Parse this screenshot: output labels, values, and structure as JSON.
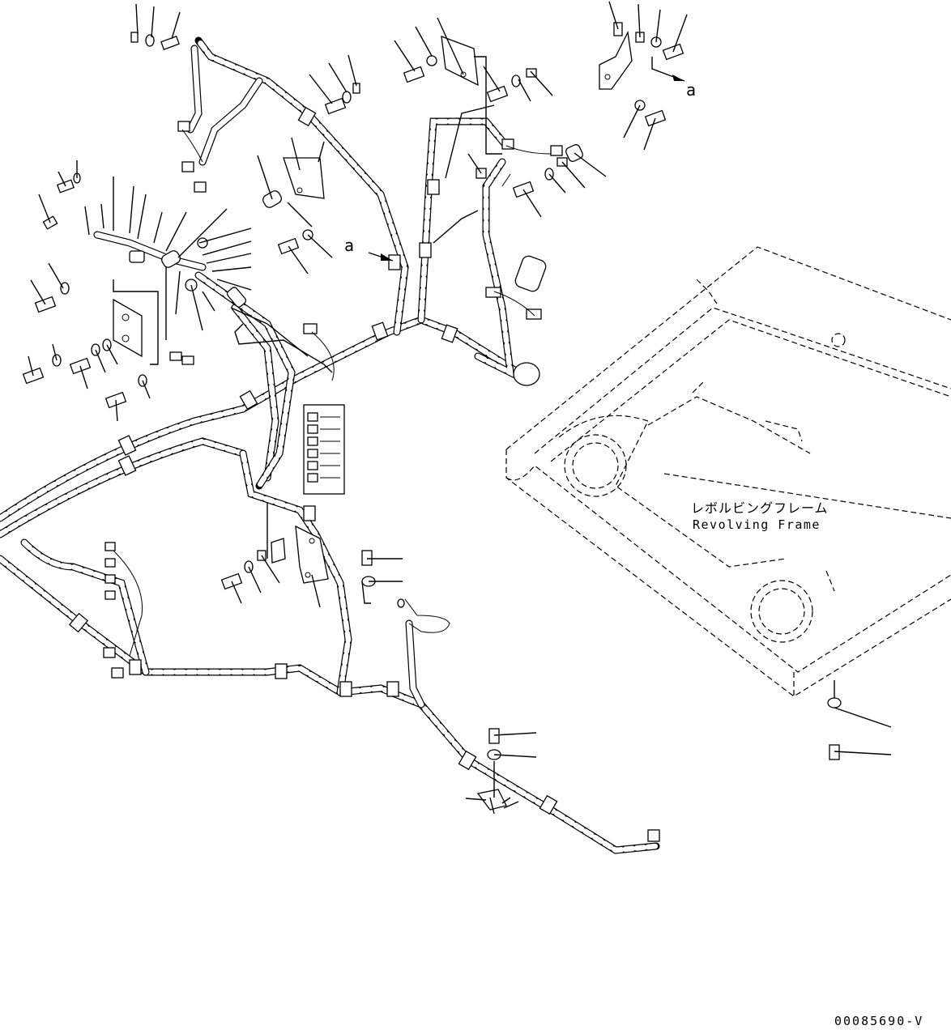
{
  "diagram": {
    "frame_label_jp": "レボルビングフレーム",
    "frame_label_en": "Revolving Frame",
    "reference_label": "a",
    "figure_code": "00085690-V"
  }
}
